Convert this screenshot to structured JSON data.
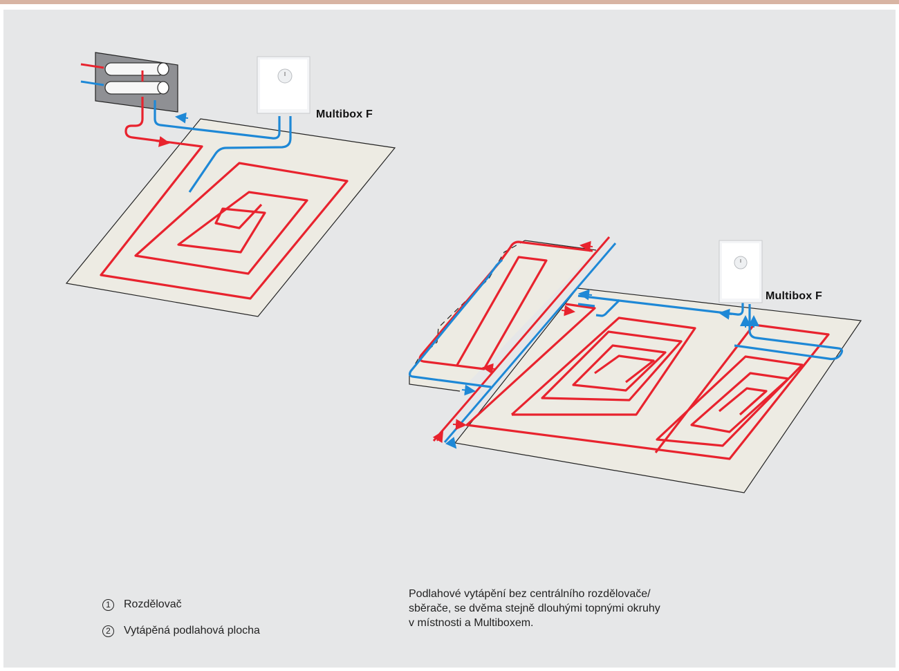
{
  "colors": {
    "supply": "#e8232e",
    "return": "#1e88d6",
    "floor": "#edebe3",
    "panel": "#e6e7e8"
  },
  "labels": {
    "multibox_left": "Multibox F",
    "multibox_right": "Multibox F"
  },
  "legend": [
    {
      "number": "1",
      "text": "Rozdělovač"
    },
    {
      "number": "2",
      "text": "Vytápěná podlahová plocha"
    }
  ],
  "caption": [
    "Podlahové vytápění bez centrálního rozdělovače/",
    "sběrače, se dvěma stejně dlouhými topnými okruhy",
    "v místnosti a Multiboxem."
  ]
}
